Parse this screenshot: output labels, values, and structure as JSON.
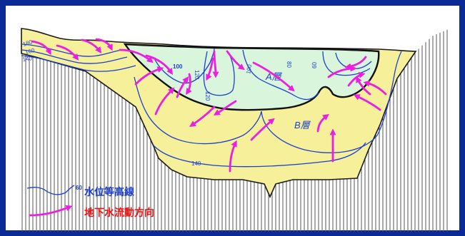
{
  "colors": {
    "frame": "#0b2a96",
    "layer_a": "#d9f5dc",
    "layer_b": "#f7f09a",
    "contour": "#1c3fd0",
    "flow_arrow": "#ee1ee0",
    "legend_contour_text": "#1c3fd0",
    "legend_flow_text": "#ee1010"
  },
  "layers": {
    "a_label": "A層",
    "b_label": "B層"
  },
  "contours": {
    "left_180": "180",
    "left_160": "160",
    "left_140": "140",
    "c100": "100",
    "c120_a": "120",
    "c120_b": "120",
    "c100_b": "100",
    "c80": "80",
    "c60": "60",
    "bottom_140": "140"
  },
  "legend": {
    "contour_sample_value": "60",
    "contour_label": "水位等高線",
    "flow_label": "地下水流動方向"
  }
}
